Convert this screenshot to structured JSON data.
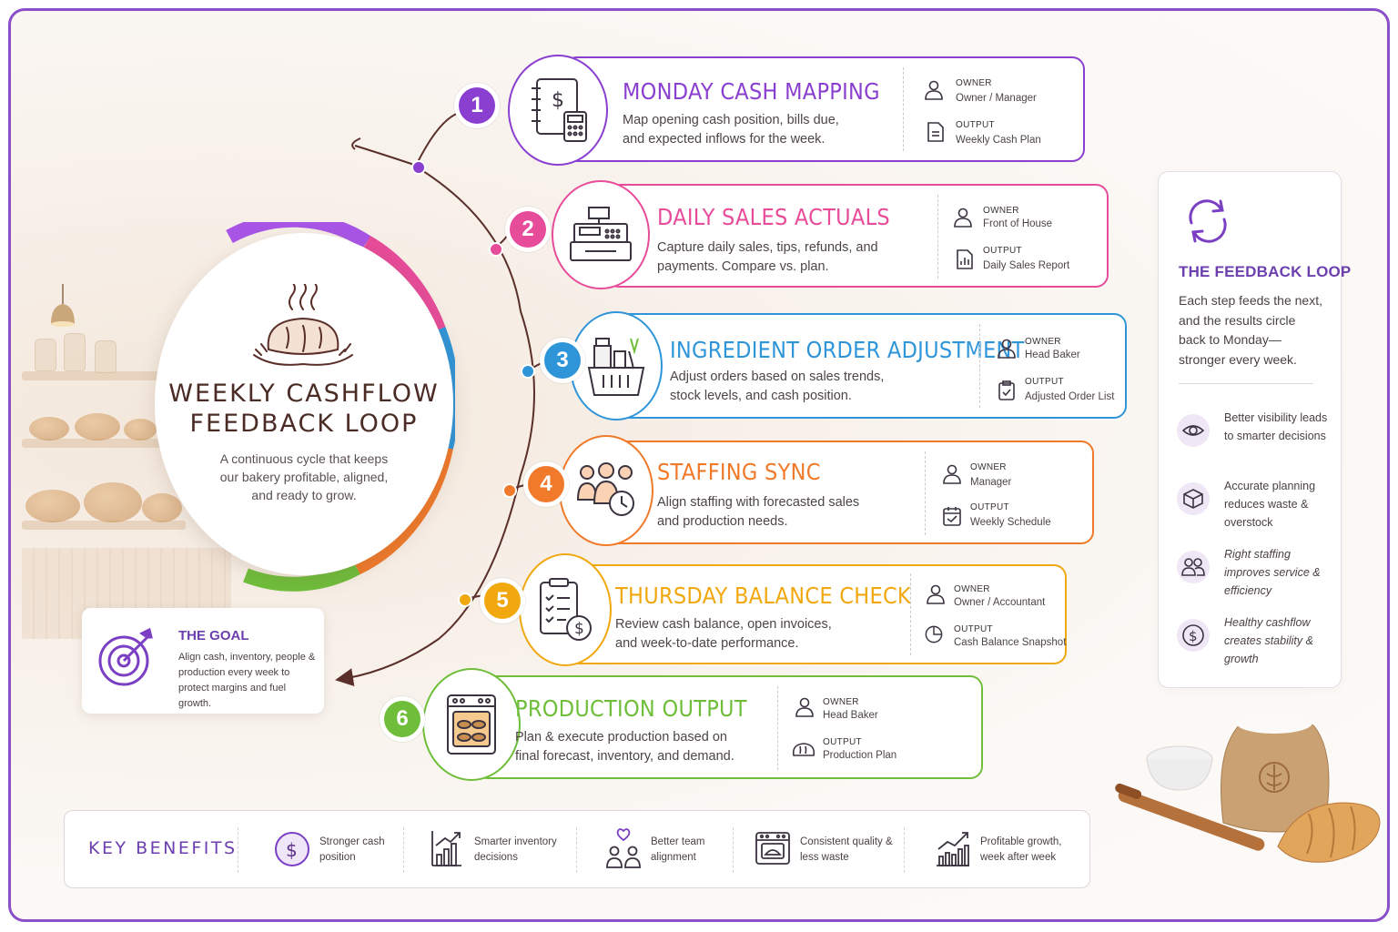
{
  "colors": {
    "purple": "#8a3fd0",
    "pink": "#e74c9a",
    "blue": "#2f95d9",
    "orange": "#f07a2a",
    "yellow": "#f1a80f",
    "green": "#6fbe3a",
    "frame": "#8a4fc9",
    "connector": "#5a2f2a"
  },
  "hub": {
    "title_line1": "WEEKLY CASHFLOW",
    "title_line2": "FEEDBACK LOOP",
    "subtitle": "A continuous cycle that keeps our bakery profitable, aligned, and ready to grow.",
    "icon": "bread-loaf-icon"
  },
  "goal": {
    "title": "THE GOAL",
    "text": "Align cash, inventory, people & production every week to protect margins and fuel growth.",
    "icon": "target-arrow-icon"
  },
  "meta_labels": {
    "owner": "OWNER",
    "output": "OUTPUT"
  },
  "steps": [
    {
      "number": "1",
      "title": "MONDAY CASH MAPPING",
      "description": "Map opening cash position, bills due, and expected inflows for the week.",
      "owner": "Owner / Manager",
      "output": "Weekly Cash Plan",
      "color": "#8a3fd0",
      "icon": "ledger-calculator-icon",
      "output_icon": "document-icon"
    },
    {
      "number": "2",
      "title": "DAILY SALES ACTUALS",
      "description": "Capture daily sales, tips, refunds, and payments. Compare vs. plan.",
      "owner": "Front of House",
      "output": "Daily Sales Report",
      "color": "#e74c9a",
      "icon": "cash-register-icon",
      "output_icon": "report-chart-icon"
    },
    {
      "number": "3",
      "title": "INGREDIENT ORDER ADJUSTMENT",
      "description": "Adjust orders based on sales trends, stock levels, and cash position.",
      "owner": "Head Baker",
      "output": "Adjusted Order List",
      "color": "#2f95d9",
      "icon": "grocery-basket-icon",
      "output_icon": "clipboard-check-icon"
    },
    {
      "number": "4",
      "title": "STAFFING SYNC",
      "description": "Align staffing with forecasted sales and production needs.",
      "owner": "Manager",
      "output": "Weekly Schedule",
      "color": "#f07a2a",
      "icon": "team-clock-icon",
      "output_icon": "calendar-check-icon"
    },
    {
      "number": "5",
      "title": "THURSDAY BALANCE CHECK",
      "description": "Review cash balance, open invoices, and week-to-date performance.",
      "owner": "Owner / Accountant",
      "output": "Cash Balance Snapshot",
      "color": "#f1a80f",
      "icon": "checklist-dollar-icon",
      "output_icon": "pie-chart-icon"
    },
    {
      "number": "6",
      "title": "PRODUCTION OUTPUT",
      "description": "Plan & execute production based on final forecast, inventory, and demand.",
      "owner": "Head Baker",
      "output": "Production Plan",
      "color": "#6fbe3a",
      "icon": "oven-icon",
      "output_icon": "bread-icon"
    }
  ],
  "feedback": {
    "title": "THE FEEDBACK LOOP",
    "description": "Each step feeds the next, and the results circle back to Monday— stronger every week.",
    "items": [
      {
        "text": "Better visibility leads to smarter decisions",
        "icon": "eye-icon"
      },
      {
        "text": "Accurate planning reduces waste & overstock",
        "icon": "box-icon"
      },
      {
        "text": "Right staffing improves service & efficiency",
        "icon": "people-icon"
      },
      {
        "text": "Healthy cashflow creates stability & growth",
        "icon": "dollar-coin-icon"
      }
    ]
  },
  "benefits": {
    "title": "KEY BENEFITS",
    "items": [
      {
        "text": "Stronger cash position",
        "icon": "dollar-coin-icon"
      },
      {
        "text": "Smarter inventory decisions",
        "icon": "bar-growth-icon"
      },
      {
        "text": "Better team alignment",
        "icon": "team-heart-icon"
      },
      {
        "text": "Consistent quality & less waste",
        "icon": "oven-icon"
      },
      {
        "text": "Profitable growth, week after week",
        "icon": "growth-chart-icon"
      }
    ]
  }
}
